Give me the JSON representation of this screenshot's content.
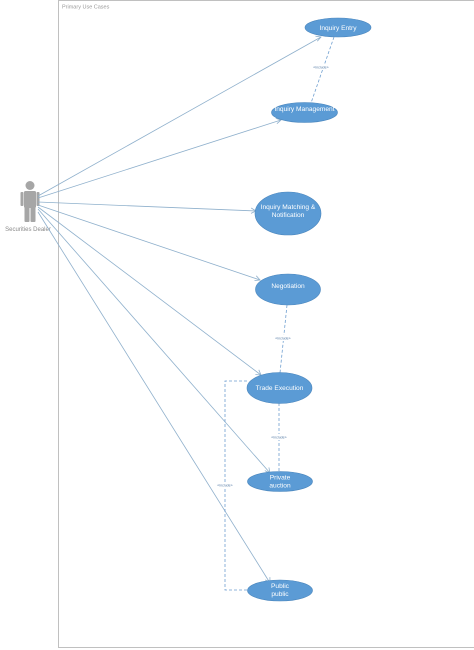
{
  "diagram": {
    "boundary_title": "Primary Use Cases",
    "actor": {
      "name": "Securities Dealer"
    },
    "use_cases": [
      {
        "id": "inquiry-entry",
        "lines": [
          "Inquiry Entry"
        ]
      },
      {
        "id": "inquiry-management",
        "lines": [
          "Inquiry Management"
        ]
      },
      {
        "id": "inquiry-matching",
        "lines": [
          "Inquiry Matching &",
          "Notification"
        ]
      },
      {
        "id": "negotiation",
        "lines": [
          "Negotiation"
        ]
      },
      {
        "id": "trade-execution",
        "lines": [
          "Trade Execution"
        ]
      },
      {
        "id": "private-auction",
        "lines": [
          "Private",
          "auction"
        ]
      },
      {
        "id": "public-auction",
        "lines": [
          "Public",
          "public"
        ]
      }
    ],
    "relationships": [
      {
        "from": "inquiry-entry",
        "to": "inquiry-management",
        "label": "«include»"
      },
      {
        "from": "negotiation",
        "to": "trade-execution",
        "label": "«include»"
      },
      {
        "from": "trade-execution",
        "to": "private-auction",
        "label": "«include»"
      },
      {
        "from": "trade-execution",
        "to": "public-auction",
        "label": "«include»"
      }
    ],
    "colors": {
      "use_case_fill": "#5b9bd5",
      "association_line": "#8fb0cc",
      "actor": "#a6a6a6",
      "boundary": "#c0c0c0"
    }
  }
}
